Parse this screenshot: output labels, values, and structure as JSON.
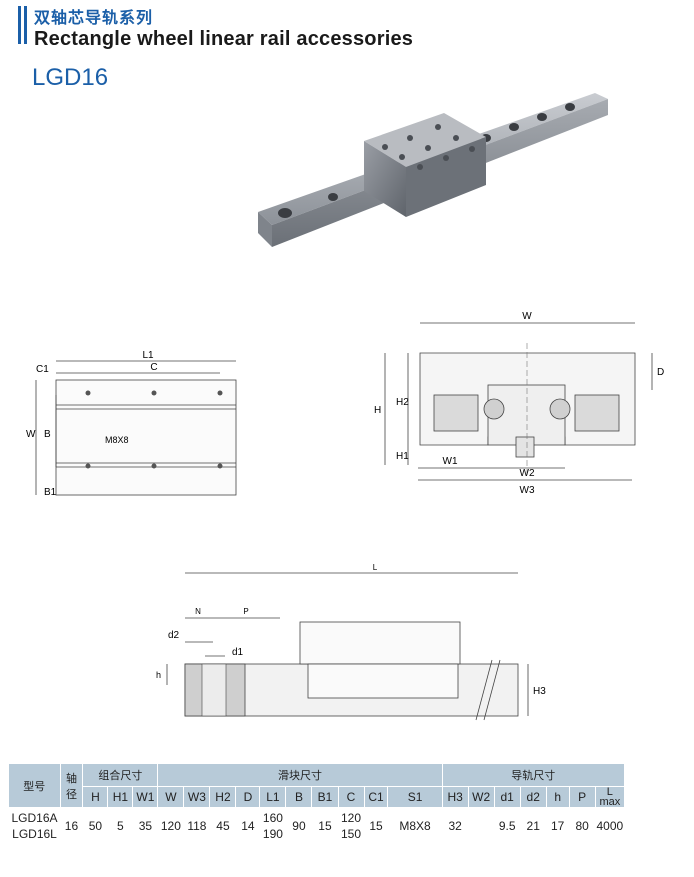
{
  "header": {
    "title_cn": "双轴芯导轨系列",
    "title_en": "Rectangle wheel linear rail accessories",
    "model": "LGD16"
  },
  "diagrams": {
    "top_view": {
      "L1": "L1",
      "C": "C",
      "C1": "C1",
      "W": "W",
      "B": "B",
      "B1": "B1",
      "hole": "M8X8"
    },
    "cross_section": {
      "W": "W",
      "D": "D",
      "H": "H",
      "H2": "H2",
      "H1": "H1",
      "W1": "W1",
      "W2": "W2",
      "W3": "W3"
    },
    "side_view": {
      "L": "L",
      "N": "N",
      "P": "P",
      "d2": "d2",
      "d1": "d1",
      "h": "h",
      "H3": "H3"
    }
  },
  "table": {
    "col_model": "型号",
    "col_shaft": "轴径",
    "group_combo": "组合尺寸",
    "group_block": "滑块尺寸",
    "group_rail": "导轨尺寸",
    "combo_cols": [
      "H",
      "H1",
      "W1"
    ],
    "block_cols": [
      "W",
      "W3",
      "H2",
      "D",
      "L1",
      "B",
      "B1",
      "C",
      "C1",
      "S1"
    ],
    "rail_cols": [
      "H3",
      "W2",
      "d1",
      "d2",
      "h",
      "P"
    ],
    "rail_last_top": "L",
    "rail_last_bottom": "max",
    "row": {
      "model_a": "LGD16A",
      "model_b": "LGD16L",
      "shaft": "16",
      "H": "50",
      "H1": "5",
      "W1": "35",
      "W": "120",
      "W3": "118",
      "H2": "45",
      "D": "14",
      "L1_a": "160",
      "L1_b": "190",
      "B": "90",
      "B1": "15",
      "C_a": "120",
      "C_b": "150",
      "C1": "15",
      "S1": "M8X8",
      "H3": "32",
      "W2": "",
      "d1": "9.5",
      "d2": "21",
      "h": "17",
      "P": "80",
      "L": "4000"
    }
  },
  "colors": {
    "accent": "#1b5fa8",
    "table_header": "#b7cad8"
  }
}
